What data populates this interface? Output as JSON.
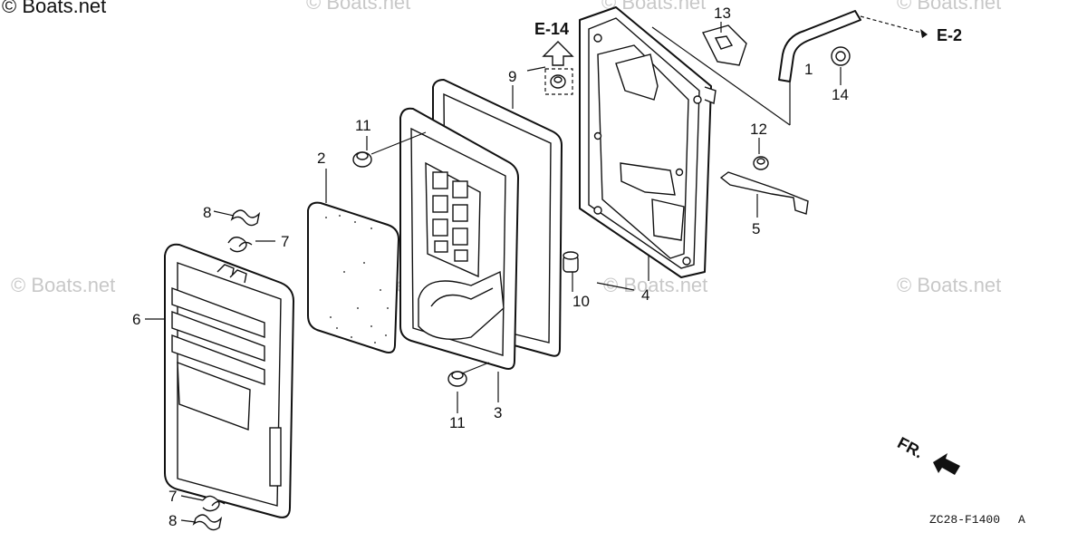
{
  "watermarks": {
    "top_left": "© Boats.net",
    "repeat": "© Boats.net"
  },
  "references": {
    "e14": "E-14",
    "e2": "E-2",
    "front": "FR."
  },
  "diagram_code": "ZC28-F1400",
  "diagram_revision": "A",
  "callouts": {
    "p1": "1",
    "p2": "2",
    "p3": "3",
    "p4": "4",
    "p5": "5",
    "p6": "6",
    "p7a": "7",
    "p7b": "7",
    "p8a": "8",
    "p8b": "8",
    "p9": "9",
    "p10": "10",
    "p11a": "11",
    "p11b": "11",
    "p12": "12",
    "p13": "13",
    "p14": "14"
  },
  "icons": {
    "up_arrow": "up-arrow-icon",
    "front_arrow": "front-arrow-icon"
  }
}
